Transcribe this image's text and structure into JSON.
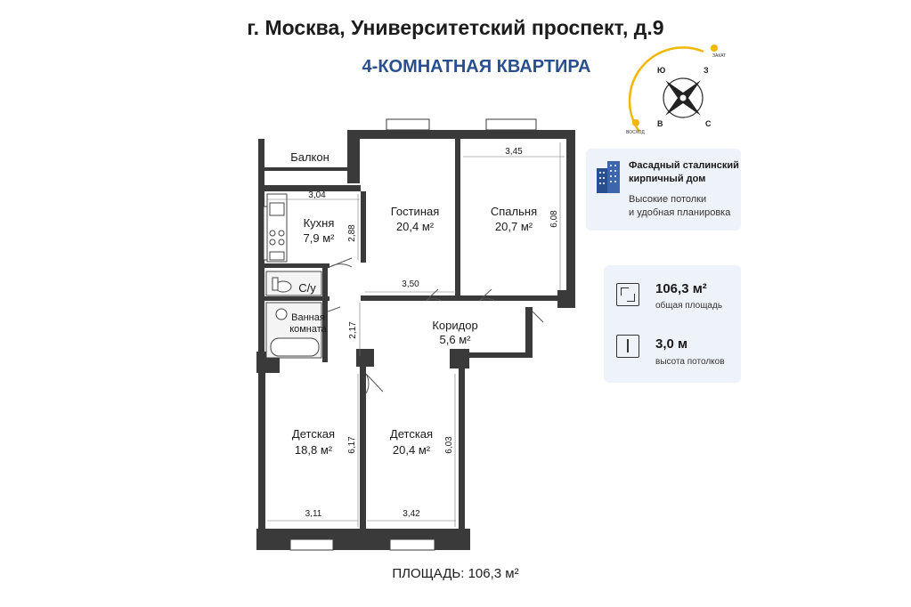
{
  "header": {
    "address": "г. Москва, Университетский проспект, д.9",
    "type": "4-КОМНАТНАЯ КВАРТИРА"
  },
  "footer": {
    "total": "ПЛОЩАДЬ: 106,3 м²"
  },
  "compass": {
    "north": "С",
    "south": "Ю",
    "east": "В",
    "west": "З",
    "sunset": "ЗАКАТ",
    "sunrise": "ВОСХОД"
  },
  "rooms": {
    "balcony": {
      "name": "Балкон"
    },
    "kitchen": {
      "name": "Кухня",
      "area": "7,9 м²"
    },
    "living": {
      "name": "Гостиная",
      "area": "20,4 м²"
    },
    "bedroom": {
      "name": "Спальня",
      "area": "20,7 м²"
    },
    "toilet": {
      "name": "С/у"
    },
    "bathroom": {
      "name1": "Ванная",
      "name2": "комната"
    },
    "corridor": {
      "name": "Коридор",
      "area": "5,6 м²"
    },
    "kids1": {
      "name": "Детская",
      "area": "18,8 м²"
    },
    "kids2": {
      "name": "Детская",
      "area": "20,4 м²"
    }
  },
  "dimensions": {
    "kitchen_w": "3,04",
    "kitchen_h": "2,88",
    "bedroom_w": "3,45",
    "bedroom_h": "6,08",
    "living_w": "3,50",
    "bath_h": "2,17",
    "kids1_w": "3,11",
    "kids1_h": "6,17",
    "kids2_w": "3,42",
    "kids2_h": "6,03"
  },
  "info": {
    "building_title": "Фасадный сталинский\nкирпичный дом",
    "building_desc": "Высокие потолки\nи удобная планировка",
    "area_value": "106,3 м²",
    "area_label": "общая площадь",
    "height_value": "3,0 м",
    "height_label": "высота потолков"
  },
  "colors": {
    "accent": "#2a4f8f",
    "wall": "#3a3a3a",
    "card": "#eef2f9",
    "sun": "#f2b705"
  }
}
